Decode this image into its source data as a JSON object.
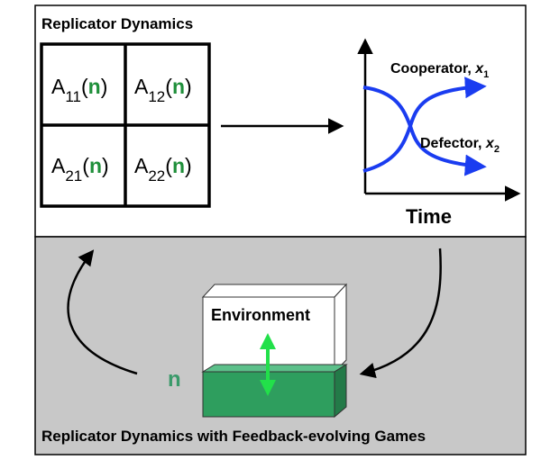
{
  "top_panel": {
    "title": "Replicator Dynamics"
  },
  "matrix": {
    "letter": "A",
    "variable": "n",
    "variable_color": "#1f8f3a",
    "cells": [
      {
        "subscript": "11",
        "paren_open": "(",
        "paren_close": ")"
      },
      {
        "subscript": "12",
        "paren_open": "(",
        "paren_close": ")"
      },
      {
        "subscript": "21",
        "paren_open": "(",
        "paren_close": ")"
      },
      {
        "subscript": "22",
        "paren_open": "(",
        "paren_close": ")"
      }
    ]
  },
  "plot": {
    "xlabel": "Time",
    "curve_color": "#1a3cf0",
    "curves": [
      {
        "name": "Cooperator, ",
        "var": "x",
        "sub": "1"
      },
      {
        "name": "Defector, ",
        "var": "x",
        "sub": "2"
      }
    ]
  },
  "bottom_panel": {
    "title": "Replicator Dynamics with Feedback-evolving Games",
    "background": "#c8c8c8"
  },
  "environment": {
    "label": "Environment",
    "level_label": "n",
    "level_color": "#3a9a6a",
    "fill_color": "#2e9e5e",
    "arrow_color": "#22e04a"
  }
}
